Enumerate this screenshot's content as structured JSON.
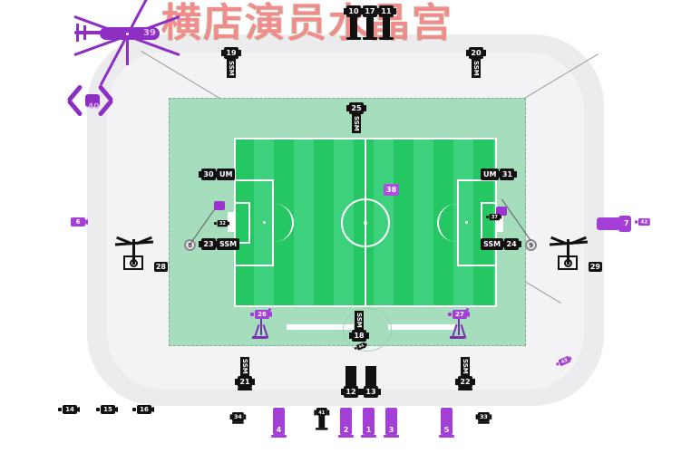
{
  "page": {
    "title": "横店演员水晶宫",
    "title_color": "#f08c8c",
    "background": "#ffffff"
  },
  "venue": {
    "name": "stadium-layout",
    "field_color": "#3ed17d",
    "field_stripe_color": "#22c55e",
    "surround_color": "#a5ddbd",
    "shell_color": "#ececee"
  },
  "markers": {
    "top_center": [
      {
        "id": "10",
        "type": "camera-pole",
        "label": "10"
      },
      {
        "id": "17",
        "type": "camera-pole",
        "label": "17"
      },
      {
        "id": "11",
        "type": "camera-pole",
        "label": "11"
      }
    ],
    "upper_row": [
      {
        "id": "19",
        "label": "19",
        "tag": "SSM"
      },
      {
        "id": "20",
        "label": "20",
        "tag": "SSM"
      }
    ],
    "field_top_center": {
      "id": "25",
      "label": "25",
      "tag": "SSM"
    },
    "field_left": [
      {
        "id": "30",
        "label": "30",
        "tag": "UM"
      },
      {
        "id": "23",
        "label": "23",
        "tag": "SSM"
      },
      {
        "id": "8",
        "label": "8",
        "type": "ring"
      }
    ],
    "field_right": [
      {
        "id": "31",
        "label": "31",
        "tag": "UM"
      },
      {
        "id": "24",
        "label": "24",
        "tag": "SSM"
      },
      {
        "id": "9",
        "label": "9",
        "type": "ring"
      }
    ],
    "field_center": {
      "id": "38",
      "label": "38",
      "type": "flag"
    },
    "center_circle_bottom": {
      "id": "18",
      "label": "18",
      "tag": "SSM"
    },
    "bottom_field": [
      {
        "id": "26",
        "label": "26",
        "type": "purple-camera-tripod"
      },
      {
        "id": "27",
        "label": "27",
        "type": "purple-camera-tripod"
      }
    ],
    "lower_row": [
      {
        "id": "21",
        "label": "21",
        "tag": "SSM"
      },
      {
        "id": "12",
        "label": "12"
      },
      {
        "id": "13",
        "label": "13"
      },
      {
        "id": "22",
        "label": "22",
        "tag": "SSM"
      }
    ],
    "bottom_row": [
      {
        "id": "14",
        "label": "14",
        "type": "camera"
      },
      {
        "id": "15",
        "label": "15",
        "type": "camera"
      },
      {
        "id": "16",
        "label": "16",
        "type": "camera"
      },
      {
        "id": "34",
        "label": "34",
        "type": "pole"
      },
      {
        "id": "4",
        "label": "4",
        "type": "purple-pole"
      },
      {
        "id": "41",
        "label": "41",
        "type": "pole"
      },
      {
        "id": "2",
        "label": "2",
        "type": "purple-pole"
      },
      {
        "id": "1",
        "label": "1",
        "type": "purple-pole"
      },
      {
        "id": "3",
        "label": "3",
        "type": "purple-pole"
      },
      {
        "id": "5",
        "label": "5",
        "type": "purple-pole"
      },
      {
        "id": "33",
        "label": "33",
        "type": "pole"
      }
    ],
    "left_side": [
      {
        "id": "6",
        "label": "6",
        "type": "purple-camera"
      },
      {
        "id": "28",
        "label": "28",
        "type": "crane"
      }
    ],
    "right_side": [
      {
        "id": "7",
        "label": "7",
        "type": "purple-camera"
      },
      {
        "id": "42",
        "label": "42",
        "type": "purple-camera-small"
      },
      {
        "id": "29",
        "label": "29",
        "type": "crane"
      },
      {
        "id": "43",
        "label": "43",
        "type": "purple-blob"
      }
    ],
    "aerial": [
      {
        "id": "39",
        "label": "39",
        "type": "helicopter"
      },
      {
        "id": "40",
        "label": "40",
        "type": "drone"
      }
    ],
    "small_field_icons": [
      {
        "id": "32",
        "label": "32",
        "type": "small-camera"
      },
      {
        "id": "37",
        "label": "37",
        "type": "small-camera"
      },
      {
        "id": "44",
        "label": "44",
        "type": "small-camera"
      }
    ]
  }
}
